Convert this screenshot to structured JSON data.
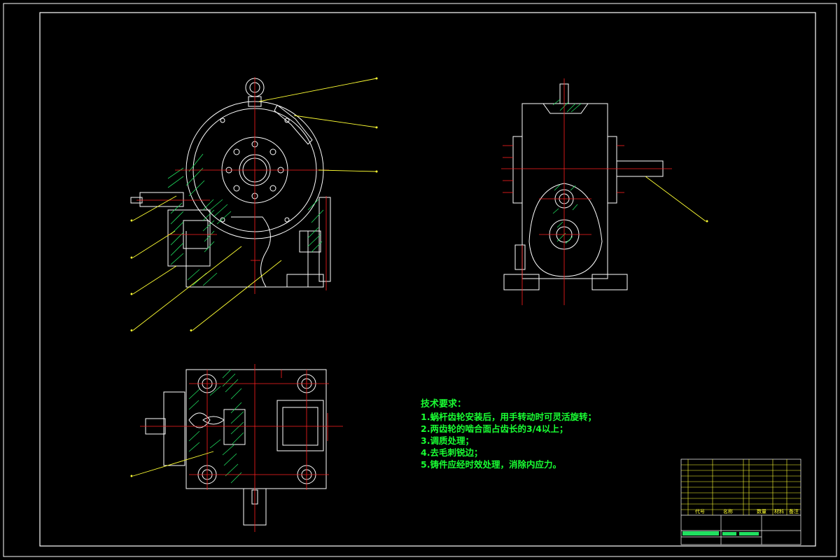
{
  "technical_requirements": {
    "title": "技术要求：",
    "items": [
      "1.蜗杆齿轮安装后，用手转动时可灵活旋转；",
      "2.两齿轮的啮合面占齿长的3/4以上；",
      "3.调质处理；",
      "4.去毛刺锐边；",
      "5.铸件应经时效处理，消除内应力。"
    ]
  },
  "title_block": {
    "col_code": "代号",
    "col_name": "名称",
    "col_qty": "数量",
    "col_material": "材料",
    "col_notes": "备注"
  },
  "colors": {
    "background": "#000000",
    "outline": "#ffffff",
    "centerline": "#ff2020",
    "hatch": "#20e060",
    "leader": "#ffff33",
    "dimension": "#ff3a3a",
    "text": "#19ff33"
  }
}
